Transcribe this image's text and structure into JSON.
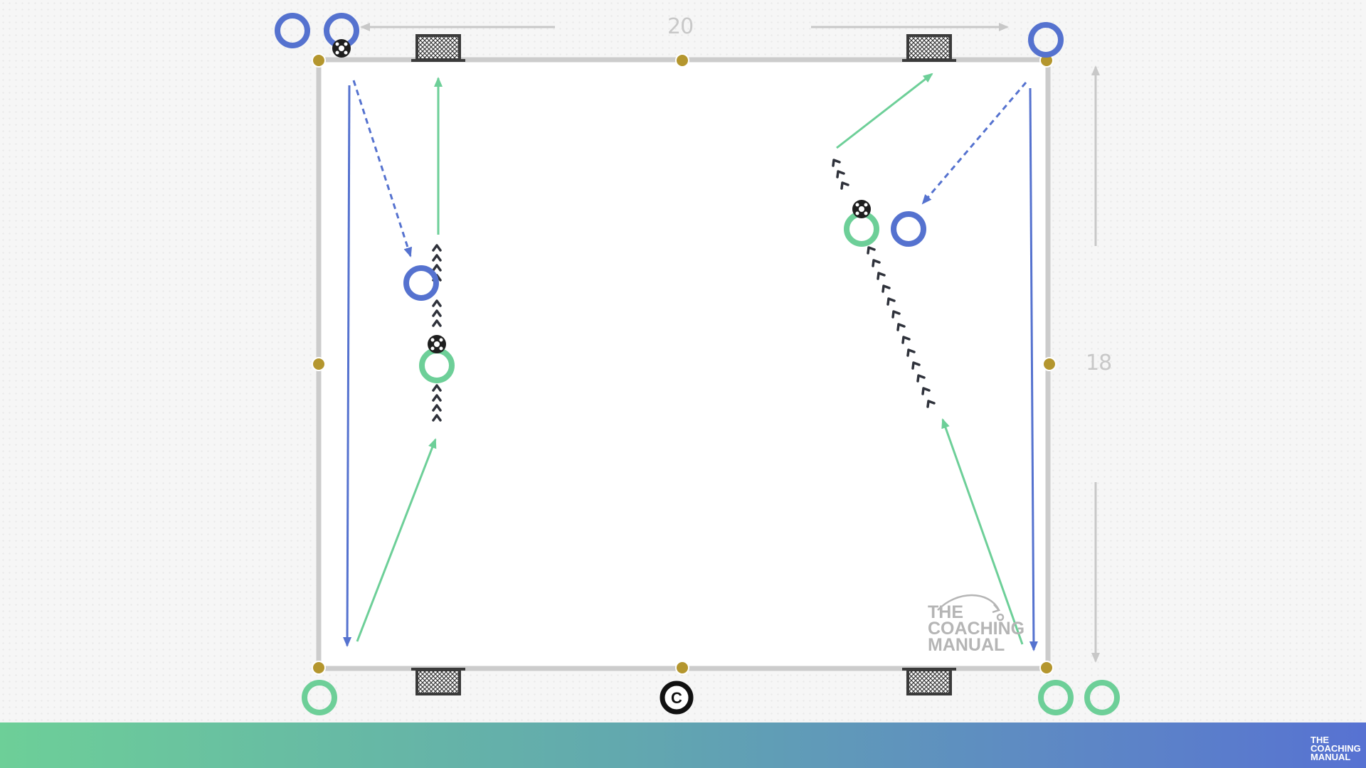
{
  "dimensions": {
    "width_label": "20",
    "height_label": "18"
  },
  "watermark": {
    "line1": "THE",
    "line2": "COACHING",
    "line3": "MANUAL"
  },
  "footer": {
    "logo_line1": "THE",
    "logo_line2": "COACHING",
    "logo_line3": "MANUAL"
  },
  "colors": {
    "blue_team": "#5572cf",
    "green_team": "#6dcf98",
    "pitch_line": "#cccccc",
    "cone": "#b4962e",
    "dimension": "#c8c8c8",
    "dribble": "#2f323b"
  },
  "coach_label": "C"
}
